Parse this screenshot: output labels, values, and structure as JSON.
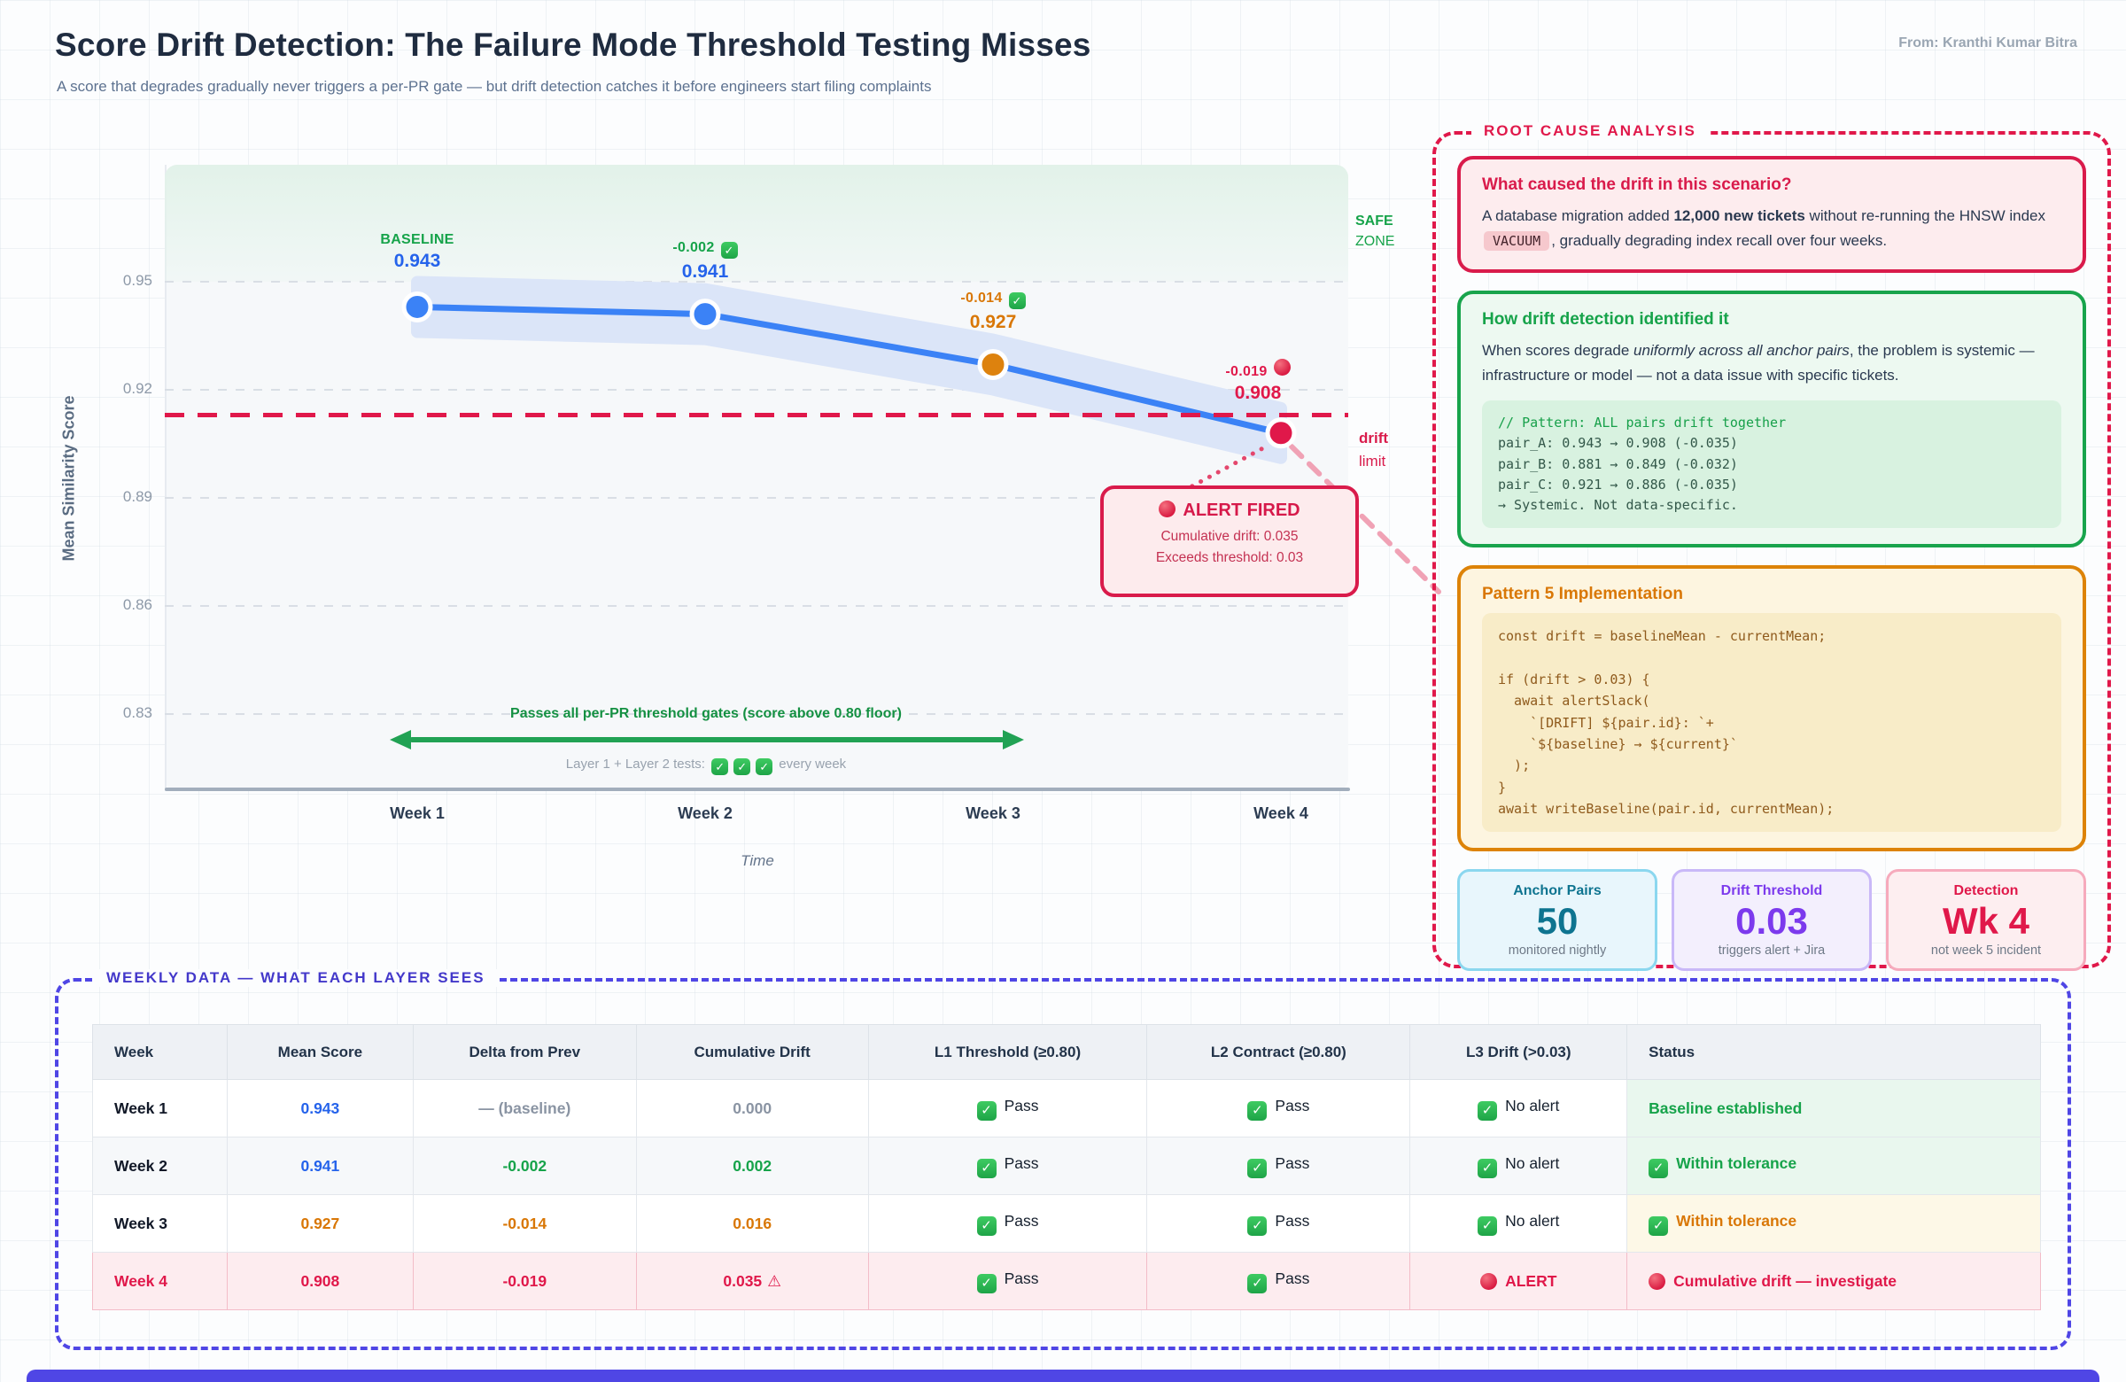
{
  "header": {
    "title": "Score Drift Detection: The Failure Mode Threshold Testing Misses",
    "subtitle": "A score that degrades gradually never triggers a per-PR gate — but drift detection catches it before engineers start filing complaints",
    "byline": "From: Kranthi Kumar Bitra"
  },
  "chart_data": {
    "type": "line",
    "title": "",
    "x": [
      "Week 1",
      "Week 2",
      "Week 3",
      "Week 4"
    ],
    "xlabel": "Time",
    "ylabel": "Mean Similarity Score",
    "yticks": [
      0.95,
      0.92,
      0.89,
      0.86,
      0.83
    ],
    "ylim": [
      0.82,
      0.975
    ],
    "grid": true,
    "legend_position": "none",
    "series": [
      {
        "name": "Mean similarity score",
        "values": [
          0.943,
          0.941,
          0.927,
          0.908
        ]
      }
    ],
    "points": [
      {
        "x": "Week 1",
        "value": "0.943",
        "delta": "BASELINE",
        "icon": "none",
        "delta_color": "#16a34a",
        "value_color": "#2563eb",
        "dot_color": "#3b82f6",
        "dx": 0
      },
      {
        "x": "Week 2",
        "value": "0.941",
        "delta": "-0.002",
        "icon": "check",
        "delta_color": "#16a34a",
        "value_color": "#2563eb",
        "dot_color": "#3b82f6",
        "dx": 0
      },
      {
        "x": "Week 3",
        "value": "0.927",
        "delta": "-0.014",
        "icon": "check",
        "delta_color": "#d97706",
        "value_color": "#d97706",
        "dot_color": "#dd820e",
        "dx": 0
      },
      {
        "x": "Week 4",
        "value": "0.908",
        "delta": "-0.019",
        "icon": "red-circle",
        "delta_color": "#e0184a",
        "value_color": "#e0184a",
        "dot_color": "#e0184a",
        "dx": -26
      }
    ],
    "threshold": {
      "value": 0.913,
      "label": [
        "drift",
        "limit"
      ],
      "color": "#e0184a"
    },
    "safe_zone_label": [
      "SAFE",
      "ZONE"
    ],
    "alert_callout": {
      "title": "ALERT FIRED",
      "lines": [
        "Cumulative drift: 0.035",
        "Exceeds threshold: 0.03"
      ]
    },
    "gate_note": {
      "title": "Passes all per-PR threshold gates (score above 0.80 floor)",
      "sub_prefix": "Layer 1 + Layer 2 tests:",
      "sub_checks": 3,
      "sub_suffix": "every week"
    }
  },
  "rca": {
    "panel_label": "ROOT CAUSE ANALYSIS",
    "cause_card": {
      "title": "What caused the drift in this scenario?",
      "body_parts": [
        {
          "t": "text",
          "v": "A database migration added "
        },
        {
          "t": "bold",
          "v": "12,000 new tickets"
        },
        {
          "t": "text",
          "v": " without re-running the HNSW index "
        },
        {
          "t": "code",
          "v": "VACUUM"
        },
        {
          "t": "text",
          "v": ", gradually degrading index recall over four weeks."
        }
      ]
    },
    "how_card": {
      "title": "How drift detection identified it",
      "body_parts": [
        {
          "t": "text",
          "v": "When scores degrade "
        },
        {
          "t": "italic",
          "v": "uniformly across all anchor pairs"
        },
        {
          "t": "text",
          "v": ", the problem is systemic — infrastructure or model — not a data issue with specific tickets."
        }
      ],
      "code_lines": [
        {
          "text": "// Pattern: ALL pairs drift together",
          "kind": "comment"
        },
        {
          "text": "pair_A: 0.943 → 0.908 (-0.035)",
          "kind": "code"
        },
        {
          "text": "pair_B: 0.881 → 0.849 (-0.032)",
          "kind": "code"
        },
        {
          "text": "pair_C: 0.921 → 0.886 (-0.035)",
          "kind": "code"
        },
        {
          "text": "→ Systemic. Not data-specific.",
          "kind": "code"
        }
      ]
    },
    "pattern_card": {
      "title": "Pattern 5 Implementation",
      "code_lines": [
        "const drift = baselineMean - currentMean;",
        "",
        "if (drift > 0.03) {",
        "  await alertSlack(",
        "    `[DRIFT] ${pair.id}: `+",
        "    `${baseline} → ${current}`",
        "  );",
        "}",
        "await writeBaseline(pair.id, currentMean);"
      ]
    },
    "stats": [
      {
        "label": "Anchor Pairs",
        "value": "50",
        "sub": "monitored nightly",
        "color": "#0e7490",
        "bg": "#e8f6fc",
        "border": "#8bd7ef"
      },
      {
        "label": "Drift Threshold",
        "value": "0.03",
        "sub": "triggers alert + Jira",
        "color": "#7c3aed",
        "bg": "#f3effd",
        "border": "#c9b8f8"
      },
      {
        "label": "Detection",
        "value": "Wk 4",
        "sub": "not week 5 incident",
        "color": "#e0184a",
        "bg": "#fdeef0",
        "border": "#f6aabc"
      }
    ]
  },
  "table": {
    "panel_label": "WEEKLY DATA — WHAT EACH LAYER SEES",
    "columns": [
      "Week",
      "Mean Score",
      "Delta from Prev",
      "Cumulative Drift",
      "L1 Threshold (≥0.80)",
      "L2 Contract (≥0.80)",
      "L3 Drift (>0.03)",
      "Status"
    ],
    "rows": [
      {
        "week": "Week 1",
        "week_color": "#111827",
        "mean": "0.943",
        "mean_color": "#2563eb",
        "delta": "— (baseline)",
        "delta_color": "#8a94a3",
        "cum": "0.000",
        "cum_color": "#8a94a3",
        "cum_warn": false,
        "l1": {
          "icon": "check",
          "text": "Pass"
        },
        "l2": {
          "icon": "check",
          "text": "Pass"
        },
        "l3": {
          "icon": "check",
          "text": "No alert",
          "color": "#16202e",
          "bold": false
        },
        "status": {
          "icon": "none",
          "text": "Baseline established",
          "color": "#16a34a",
          "bg": "#e9f7ee"
        },
        "row_bg": "#ffffff",
        "alert": false
      },
      {
        "week": "Week 2",
        "week_color": "#111827",
        "mean": "0.941",
        "mean_color": "#2563eb",
        "delta": "-0.002",
        "delta_color": "#16a34a",
        "cum": "0.002",
        "cum_color": "#16a34a",
        "cum_warn": false,
        "l1": {
          "icon": "check",
          "text": "Pass"
        },
        "l2": {
          "icon": "check",
          "text": "Pass"
        },
        "l3": {
          "icon": "check",
          "text": "No alert",
          "color": "#16202e",
          "bold": false
        },
        "status": {
          "icon": "check",
          "text": "Within tolerance",
          "color": "#16a34a",
          "bg": "#e9f7ee"
        },
        "row_bg": "#f6f8fa",
        "alert": false
      },
      {
        "week": "Week 3",
        "week_color": "#111827",
        "mean": "0.927",
        "mean_color": "#d97706",
        "delta": "-0.014",
        "delta_color": "#d97706",
        "cum": "0.016",
        "cum_color": "#d97706",
        "cum_warn": false,
        "l1": {
          "icon": "check",
          "text": "Pass"
        },
        "l2": {
          "icon": "check",
          "text": "Pass"
        },
        "l3": {
          "icon": "check",
          "text": "No alert",
          "color": "#16202e",
          "bold": false
        },
        "status": {
          "icon": "check",
          "text": "Within tolerance",
          "color": "#d97706",
          "bg": "#fdf8e7"
        },
        "row_bg": "#ffffff",
        "alert": false
      },
      {
        "week": "Week 4",
        "week_color": "#e0184a",
        "mean": "0.908",
        "mean_color": "#e0184a",
        "delta": "-0.019",
        "delta_color": "#e0184a",
        "cum": "0.035",
        "cum_color": "#e0184a",
        "cum_warn": true,
        "l1": {
          "icon": "check",
          "text": "Pass"
        },
        "l2": {
          "icon": "check",
          "text": "Pass"
        },
        "l3": {
          "icon": "red-circle",
          "text": "ALERT",
          "color": "#e0184a",
          "bold": true
        },
        "status": {
          "icon": "red-circle",
          "text": "Cumulative drift — investigate",
          "color": "#e0184a",
          "bg": "#fdecef"
        },
        "row_bg": "#fdecef",
        "alert": true
      }
    ]
  }
}
